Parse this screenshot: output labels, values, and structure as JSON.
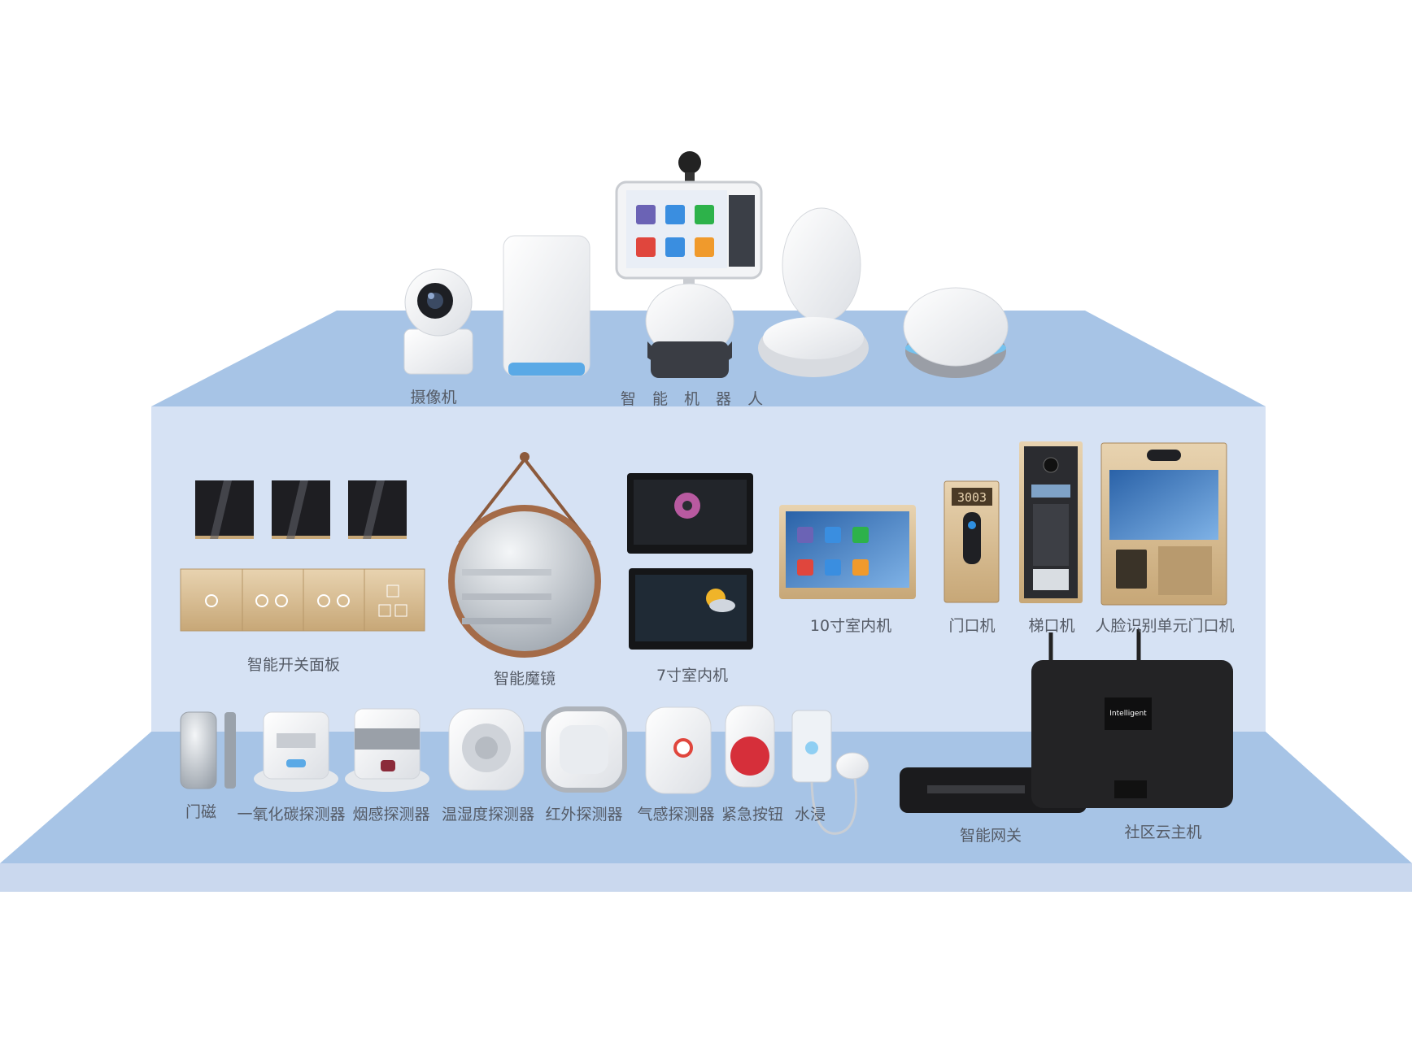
{
  "colors": {
    "roof": "#a7c4e6",
    "wall": "#d6e2f4",
    "floor": "#a7c4e6",
    "base": "#cad8ee",
    "label": "#555b66",
    "gold": "#cdb28a",
    "dark": "#1a1a1a"
  },
  "labels": {
    "camera": "摄像机",
    "robot": "智 能 机 器 人",
    "switch_panel": "智能开关面板",
    "magic_mirror": "智能魔镜",
    "indoor_7": "7寸室内机",
    "indoor_10": "10寸室内机",
    "door_unit": "门口机",
    "ladder_unit": "梯口机",
    "face_unit": "人脸识别单元门口机",
    "door_magnet": "门磁",
    "co_detector": "一氧化碳探测器",
    "smoke_detector": "烟感探测器",
    "temp_detector": "温湿度探测器",
    "ir_detector": "红外探测器",
    "gas_detector": "气感探测器",
    "emergency_button": "紧急按钮",
    "water_leak": "水浸",
    "gateway": "智能网关",
    "cloud_host": "社区云主机"
  },
  "device_text": {
    "room_number": "3003",
    "host_brand": "Intelligent"
  },
  "icons": [
    "camera-icon",
    "speaker-icon",
    "robot-icon",
    "egg-speaker-icon",
    "dome-speaker-icon",
    "switch-icon",
    "mirror-icon",
    "tablet-icon",
    "intercom-icon",
    "keypad-icon",
    "sensor-icon",
    "button-icon",
    "router-icon",
    "server-icon"
  ]
}
